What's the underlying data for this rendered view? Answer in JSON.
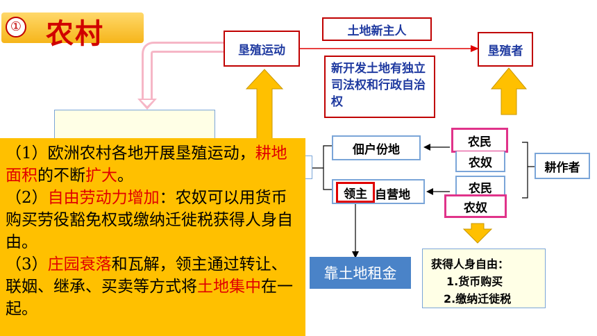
{
  "title": {
    "number": "①",
    "label": "农村"
  },
  "nodes": {
    "reclamation": "垦殖运动",
    "new_owner": "土地新主人",
    "reclaimer": "垦殖者",
    "new_land": "新开发土地有独立司法权和行政自治权",
    "tenant_land": "佃户份地",
    "lord": "领主",
    "lord_land": "自营地",
    "peasant1": "农民",
    "serf1": "农奴",
    "peasant2": "农民",
    "serf2": "农奴",
    "cultivators": "耕作者",
    "rent": "靠土地租金",
    "freedom_title": "获得人身自由：",
    "freedom_1": "1.货币购买",
    "freedom_2": "2.缴纳迁徙税"
  },
  "notes": {
    "p1_a": "（1）欧洲农村各地开展垦殖运动，",
    "p1_b_red": "耕地面积",
    "p1_c": "的不断",
    "p1_d_red": "扩大",
    "p1_e": "。",
    "p2_a": "（2）",
    "p2_b_red": "自由劳动力增加",
    "p2_c": "：农奴可以用货币购买劳役豁免权或缴纳迁徙税获得人身自由。",
    "p3_a": "（3）",
    "p3_b_red": "庄园衰落",
    "p3_c": "和瓦解，领主通过转让、联姻、继承、买卖等方式将",
    "p3_d_red": "土地集中",
    "p3_e": "在一起。"
  },
  "colors": {
    "accent_red": "#c00000",
    "panel_yellow": "#ffc000",
    "arrow_yellow": "#ffc000",
    "blue_label": "#1f3aa0"
  }
}
